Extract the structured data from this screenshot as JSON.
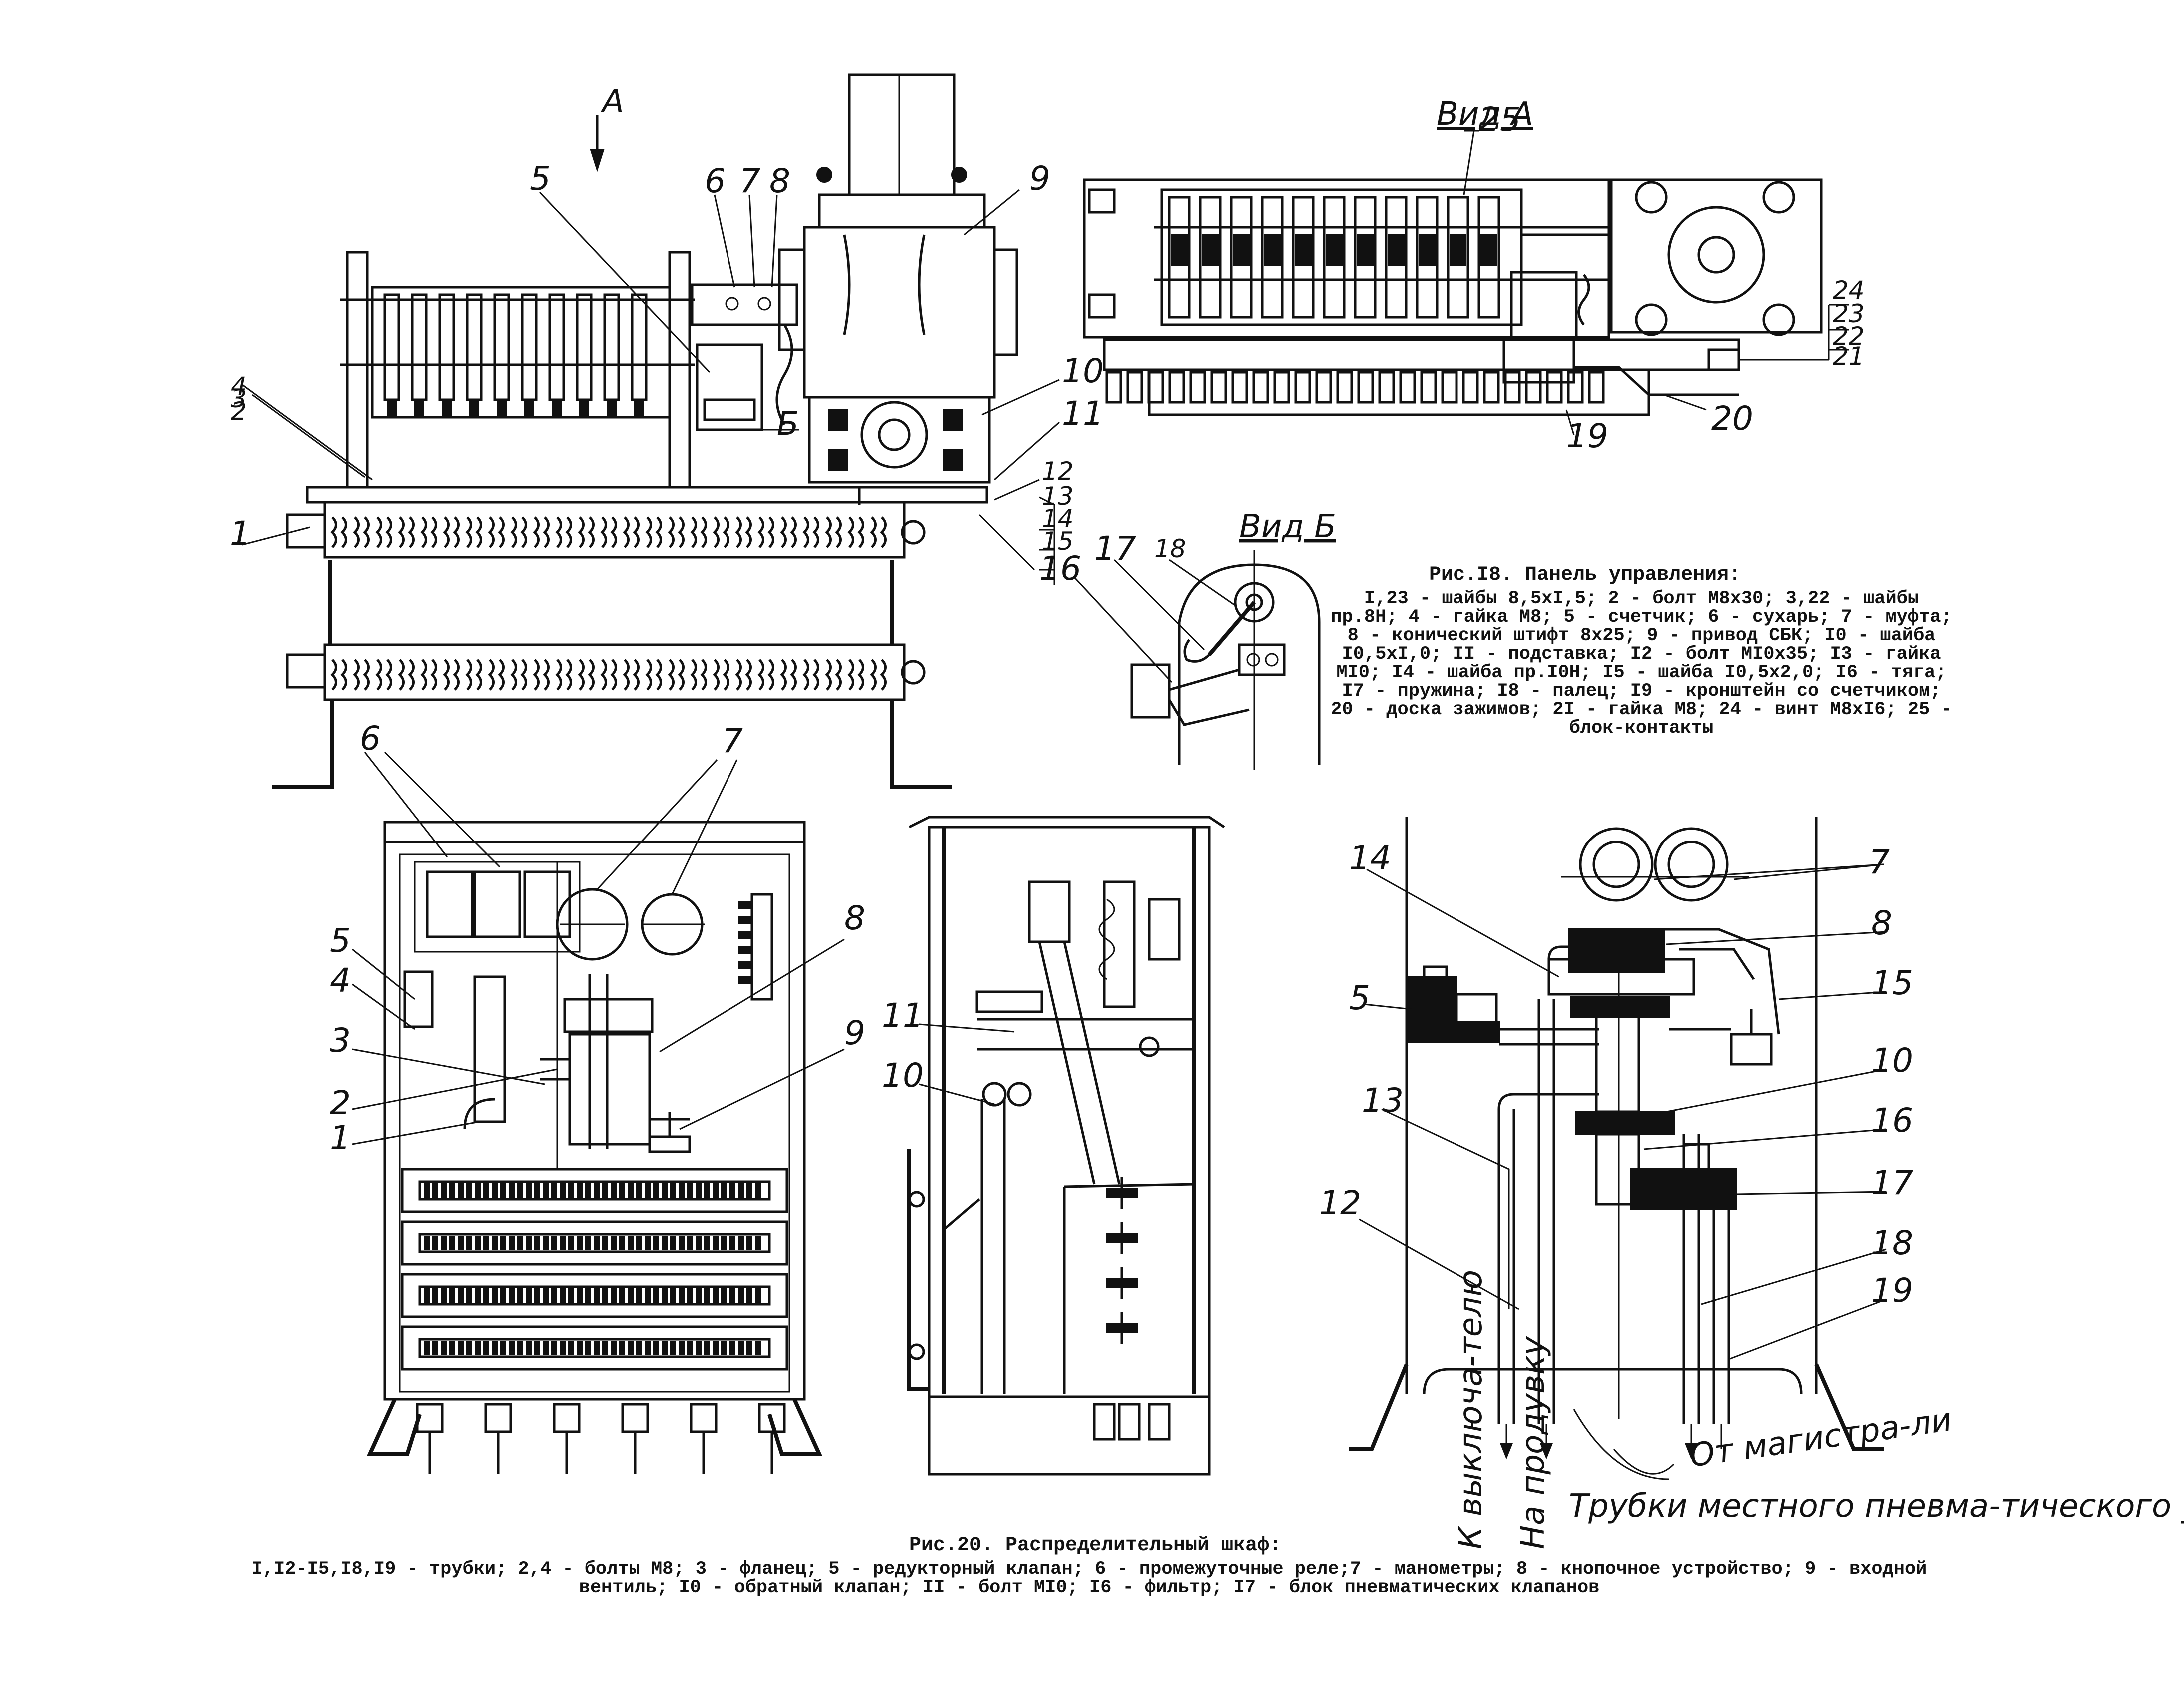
{
  "fig18": {
    "title": "Рис.I8. Панель управления:",
    "legend": "I,23 - шайбы 8,5xI,5; 2 - болт М8x30; 3,22 - шайбы пр.8Н; 4 - гайка М8; 5 - счетчик; 6 - сухарь; 7 - муфта; 8 - конический штифт 8x25; 9 - привод СБК; I0 - шайба I0,5xI,0; II - подставка; I2 - болт МI0x35; I3 - гайка МI0; I4 - шайба пр.I0Н; I5 - шайба I0,5x2,0; I6 - тяга; I7 - пружина; I8 - палец; I9 - кронштейн со счетчиком; 20 - доска зажимов; 2I - гайка М8; 24 - винт М8xI6; 25 - блок-контакты",
    "view_a": "Вид А",
    "view_b": "Вид Б",
    "arrow_a": "А",
    "arrow_b": "Б",
    "callouts": [
      "1",
      "2",
      "3",
      "4",
      "5",
      "6",
      "7",
      "8",
      "9",
      "10",
      "11",
      "12",
      "13",
      "14",
      "15",
      "16",
      "17",
      "18",
      "19",
      "20",
      "21",
      "22",
      "23",
      "24",
      "25"
    ]
  },
  "fig20": {
    "title": "Рис.20. Распределительный шкаф:",
    "legend": "I,I2-I5,I8,I9 - трубки; 2,4 - болты М8; 3 - фланец; 5 - редукторный клапан; 6 - промежуточные реле;7 - манометры; 8 - кнопочное устройство; 9 - входной вентиль; I0 - обратный клапан; II - болт МI0; I6 - фильтр; I7 - блок пневматических клапанов",
    "front_callouts": [
      "1",
      "2",
      "3",
      "4",
      "5",
      "6",
      "7",
      "8",
      "9"
    ],
    "side_callouts": [
      "10",
      "11"
    ],
    "pneu_callouts": [
      "5",
      "7",
      "8",
      "10",
      "12",
      "13",
      "14",
      "15",
      "16",
      "17",
      "18",
      "19"
    ],
    "pipe_labels": {
      "to_switch": "К выключа-телю",
      "to_purge": "На продувку",
      "from_main": "От магистра-ли",
      "local_pipes": "Трубки местного пневма-тического управления"
    }
  }
}
